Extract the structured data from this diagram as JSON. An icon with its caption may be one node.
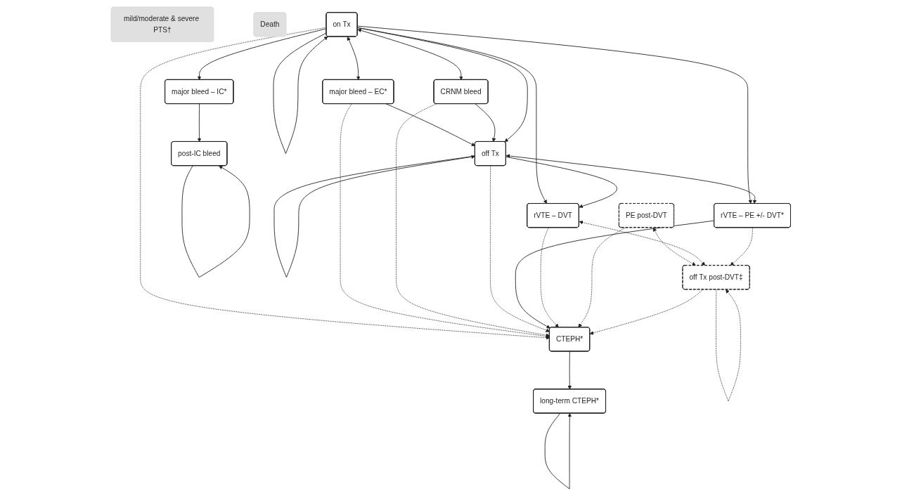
{
  "diagram": {
    "nodes": [
      {
        "text": [
          "on Tx"
        ]
      },
      {
        "text": [
          "major bleed – IC*"
        ]
      },
      {
        "text": [
          "post-IC bleed"
        ]
      },
      {
        "text": [
          "major bleed – EC*"
        ]
      },
      {
        "text": [
          "CTEPH*"
        ]
      },
      {
        "text": [
          "long-term CTEPH*"
        ]
      },
      {
        "text": [
          "CRNM bleed"
        ]
      },
      {
        "text": [
          "off Tx"
        ]
      },
      {
        "text": [
          "off Tx post-DVT‡"
        ]
      },
      {
        "text": [
          "rVTE – DVT"
        ]
      },
      {
        "text": [
          "PE post-DVT"
        ]
      },
      {
        "text": [
          "rVTE – PE +/- DVT*"
        ]
      },
      {
        "text": [
          "mild/moderate & severe PTS†"
        ]
      },
      {
        "text": [
          "Death"
        ]
      }
    ],
    "edges": [
      {
        "from": 0,
        "to": 0,
        "arrow": "to"
      },
      {
        "from": 0,
        "to": 1,
        "arrow": "to"
      },
      {
        "from": 1,
        "to": 2,
        "arrow": "to"
      },
      {
        "from": 2,
        "to": 2,
        "arrow": "to"
      },
      {
        "from": 0,
        "to": 3,
        "arrow": "both"
      },
      {
        "from": 0,
        "to": 6,
        "arrow": "both"
      },
      {
        "from": 0,
        "to": 4,
        "arrow": "to",
        "style": "dashed"
      },
      {
        "from": 3,
        "to": 4,
        "arrow": "to",
        "style": "dashed"
      },
      {
        "from": 6,
        "to": 4,
        "arrow": "to",
        "style": "dashed"
      },
      {
        "from": 4,
        "to": 5,
        "arrow": "to"
      },
      {
        "from": 5,
        "to": 5,
        "arrow": "to"
      },
      {
        "from": 3,
        "to": 7,
        "arrow": "to"
      },
      {
        "from": 6,
        "to": 7,
        "arrow": "to"
      },
      {
        "from": 0,
        "to": 7,
        "arrow": "to"
      },
      {
        "from": 7,
        "to": 7,
        "arrow": "to"
      },
      {
        "from": 7,
        "to": 4,
        "arrow": "to",
        "style": "dashed"
      },
      {
        "from": 0,
        "to": 9,
        "arrow": "to"
      },
      {
        "from": 0,
        "to": 11,
        "arrow": "to"
      },
      {
        "from": 11,
        "to": 4,
        "arrow": "to"
      },
      {
        "from": 9,
        "to": 4,
        "arrow": "to",
        "style": "dashed"
      },
      {
        "from": 10,
        "to": 4,
        "arrow": "to",
        "style": "dashed"
      },
      {
        "from": 8,
        "to": 4,
        "arrow": "to",
        "style": "dashed"
      },
      {
        "from": 7,
        "to": 9,
        "arrow": "to"
      },
      {
        "from": 7,
        "to": 11,
        "arrow": "both"
      },
      {
        "from": 8,
        "to": 8,
        "arrow": "to",
        "style": "dashed"
      },
      {
        "from": 10,
        "to": 8,
        "arrow": "both",
        "style": "dashed"
      },
      {
        "from": 9,
        "to": 8,
        "arrow": "both",
        "style": "dashed"
      },
      {
        "from": 11,
        "to": 8,
        "arrow": "to",
        "style": "dashed"
      }
    ]
  }
}
